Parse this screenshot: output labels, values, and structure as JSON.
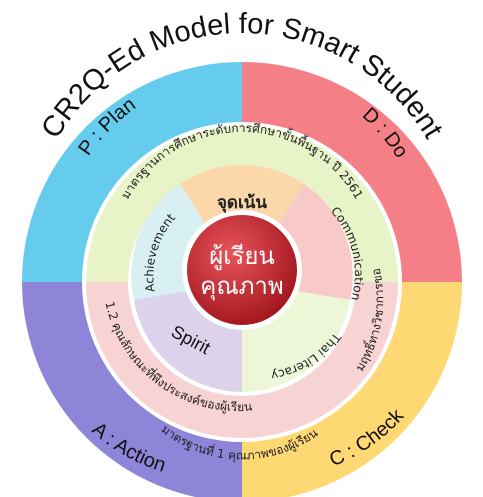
{
  "title": "CR2Q-Ed Model   for Smart Student",
  "quadrants": {
    "plan": {
      "label": "P : Plan",
      "color": "#66ccee"
    },
    "do": {
      "label": "D : Do",
      "color": "#f47f87"
    },
    "check": {
      "label": "C : Check",
      "color": "#fed873"
    },
    "action": {
      "label": "A : Action",
      "color": "#8e84d8"
    }
  },
  "standards_band": {
    "top": "มาตรฐานการศึกษาระดับการศึกษาขั้นพื้นฐาน  ปี 2561",
    "bottom": "มาตรฐานที่ 1 คุณภาพของผู้เรียน",
    "right": "1.1 ผลสัมฤทธิ์ทางวิชาการของผู้เรียน",
    "left": "1.2 คุณลักษณะที่พึงประสงค์ของผู้เรียน",
    "colors": {
      "upper": "#e9f3c8",
      "lower": "#f8d3d3"
    }
  },
  "focus_ring": {
    "heading": "จุดเน้น",
    "achievement": "Achievement",
    "communication": "Communication",
    "thai_literacy": "Thai Literacy",
    "spirit": "Spirit",
    "colors": {
      "heading": "#fbd7a9",
      "achievement": "#d8f0f2",
      "communication": "#f7c9c9",
      "thai_literacy": "#edf7d8",
      "spirit": "#dcd2ec"
    }
  },
  "center": {
    "line1": "ผู้เรียน",
    "line2": "คุณภาพ",
    "color": "#c0262c"
  }
}
